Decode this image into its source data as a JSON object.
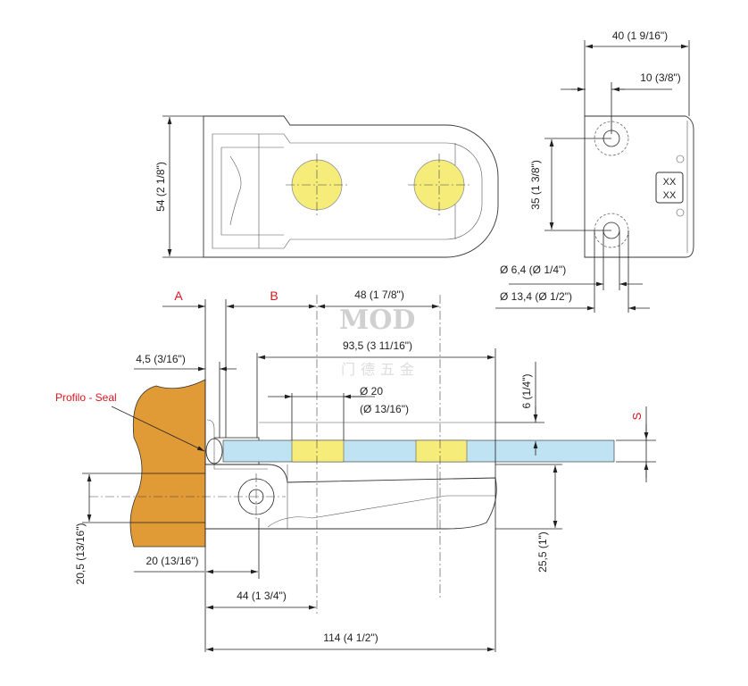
{
  "colors": {
    "glass": "#bfe3f2",
    "hole": "#f5ec7a",
    "wall": "#e09a36",
    "accent": "#e0141e"
  },
  "top_view": {
    "height_dim": "54 (2 1/8\")"
  },
  "side_view": {
    "width_dim": "40 (1  9/16\")",
    "offset_dim": "10 (3/8\")",
    "hole_spacing_dim": "35 (1  3/8\")",
    "small_hole_dim": "Ø 6,4  (Ø 1/4\")",
    "large_hole_dim": "Ø 13,4 (Ø 1/2\")",
    "marking": [
      "XX",
      "XX"
    ]
  },
  "section_view": {
    "label_a": "A",
    "label_b": "B",
    "dim_48": "48 (1  7/8\")",
    "dim_93_5": "93,5 (3  11/16\")",
    "dim_4_5": "4,5 (3/16\")",
    "dim_hole": "Ø 20",
    "dim_hole_in": "(Ø 13/16\")",
    "dim_6": "6 (1/4\")",
    "label_s": "S",
    "seal_label": "Profilo - Seal",
    "dim_20_5": "20,5 (13/16\")",
    "dim_20": "20 (13/16\")",
    "dim_25_5": "25,5 (1\")",
    "dim_44": "44 (1  3/4\")",
    "dim_114": "114 (4  1/2\")"
  },
  "watermark": {
    "brand": "MOD",
    "subtitle": "门德五金"
  }
}
